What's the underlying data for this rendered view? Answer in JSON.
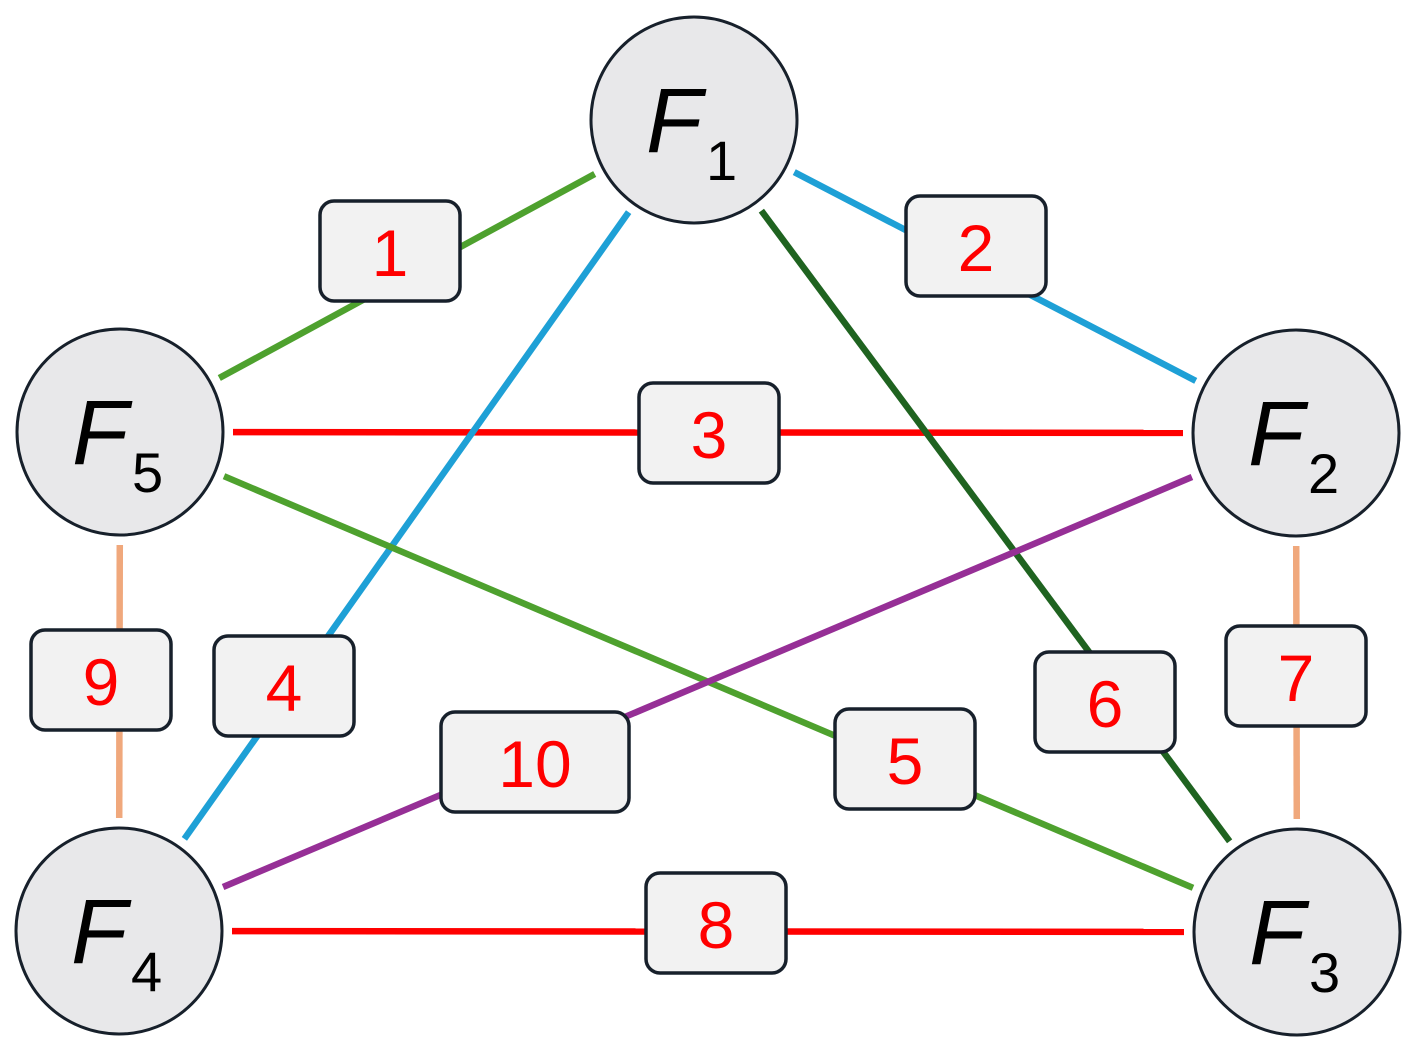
{
  "colors": {
    "node_fill": "#e8e8ea",
    "node_stroke": "#17202b",
    "label_text": "#ff0000",
    "red": "#ff0000",
    "light_green": "#4ea12e",
    "dark_green": "#1f6320",
    "blue": "#1ea0d6",
    "purple": "#962f96",
    "peach": "#f0a87c"
  },
  "nodes": [
    {
      "id": "F1",
      "letter": "F",
      "sub": "1"
    },
    {
      "id": "F2",
      "letter": "F",
      "sub": "2"
    },
    {
      "id": "F3",
      "letter": "F",
      "sub": "3"
    },
    {
      "id": "F4",
      "letter": "F",
      "sub": "4"
    },
    {
      "id": "F5",
      "letter": "F",
      "sub": "5"
    }
  ],
  "edges": [
    {
      "label": "1",
      "from": "F1",
      "to": "F5",
      "color": "light_green"
    },
    {
      "label": "2",
      "from": "F1",
      "to": "F2",
      "color": "blue"
    },
    {
      "label": "3",
      "from": "F5",
      "to": "F2",
      "color": "red"
    },
    {
      "label": "4",
      "from": "F1",
      "to": "F4",
      "color": "blue"
    },
    {
      "label": "5",
      "from": "F5",
      "to": "F3",
      "color": "light_green"
    },
    {
      "label": "6",
      "from": "F1",
      "to": "F3",
      "color": "dark_green"
    },
    {
      "label": "7",
      "from": "F2",
      "to": "F3",
      "color": "peach"
    },
    {
      "label": "8",
      "from": "F4",
      "to": "F3",
      "color": "red"
    },
    {
      "label": "9",
      "from": "F5",
      "to": "F4",
      "color": "peach"
    },
    {
      "label": "10",
      "from": "F4",
      "to": "F2",
      "color": "purple"
    }
  ]
}
